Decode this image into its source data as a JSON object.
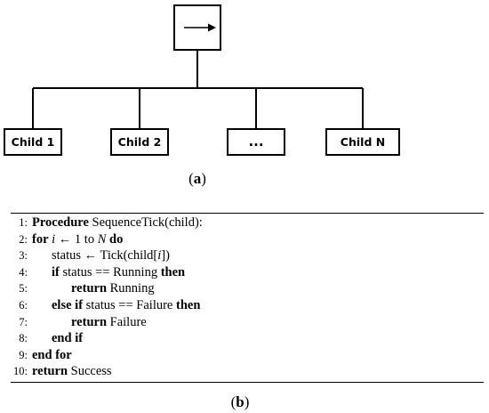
{
  "diagram": {
    "root_symbol": "→",
    "children": [
      "Child 1",
      "Child 2",
      "...",
      "Child N"
    ],
    "caption_a": "a"
  },
  "algorithm": {
    "lines": [
      {
        "num": "1:",
        "kw1": "Procedure",
        "text": " SequenceTick(child):"
      },
      {
        "num": "2:",
        "kw1": "for",
        "var1": "i",
        "mid": " ← 1 to ",
        "var2": "N",
        "kw2": " do"
      },
      {
        "num": "3:",
        "pre": "status ← Tick(child[",
        "var1": "i",
        "post": "])"
      },
      {
        "num": "4:",
        "kw1": "if",
        "text": " status == Running ",
        "kw2": "then"
      },
      {
        "num": "5:",
        "kw1": "return",
        "text": " Running"
      },
      {
        "num": "6:",
        "kw1": "else if",
        "text": " status == Failure ",
        "kw2": "then"
      },
      {
        "num": "7:",
        "kw1": "return",
        "text": " Failure"
      },
      {
        "num": "8:",
        "kw1": "end if"
      },
      {
        "num": "9:",
        "kw1": "end for"
      },
      {
        "num": "10:",
        "kw1": "return",
        "text": " Success"
      }
    ],
    "caption_b": "b"
  }
}
